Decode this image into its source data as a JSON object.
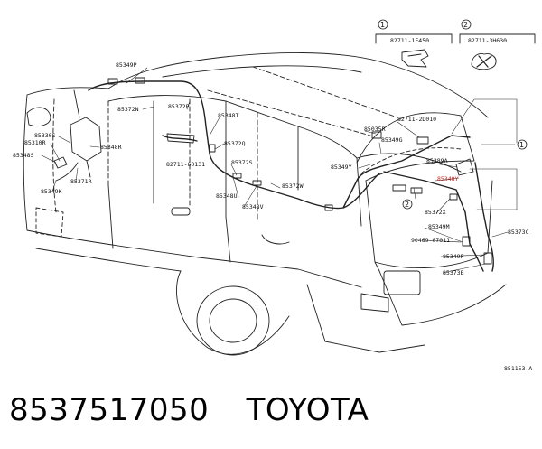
{
  "diagram": {
    "ref_code": "851153-A",
    "highlight_color": "#d21f1f",
    "inset_boxes": [
      {
        "num": "1",
        "part": "82711-1E450"
      },
      {
        "num": "2",
        "part": "82711-3H630"
      }
    ],
    "part_labels": {
      "p85349P": "85349P",
      "p85372N": "85372N",
      "p85372P": "85372P",
      "p85348T": "85348T",
      "p85372Q": "85372Q",
      "p82711_60131": "82711-60131",
      "p85372S": "85372S",
      "p85372W": "85372W",
      "p85348U": "85348U",
      "p85348V": "85348V",
      "p85330S": "85330S",
      "p85310R": "85310R",
      "p85348S": "85348S",
      "p85348R": "85348R",
      "p85371R": "85371R",
      "p85349K": "85349K",
      "p82711_2D010": "82711-2D010",
      "p85035R": "85035R",
      "p85349G": "85349G",
      "p85349Y": "85349Y",
      "p85389A": "85389A",
      "p85348Y": "85348Y",
      "p85372X": "85372X",
      "p85349M": "85349M",
      "p90469_07011": "90469-07011",
      "p85349F": "85349F",
      "p85373B": "85373B",
      "p85373C": "85373C",
      "c1": "1",
      "c2": "2"
    }
  },
  "caption": {
    "part_number": "8537517050",
    "brand": "TOYOTA"
  }
}
